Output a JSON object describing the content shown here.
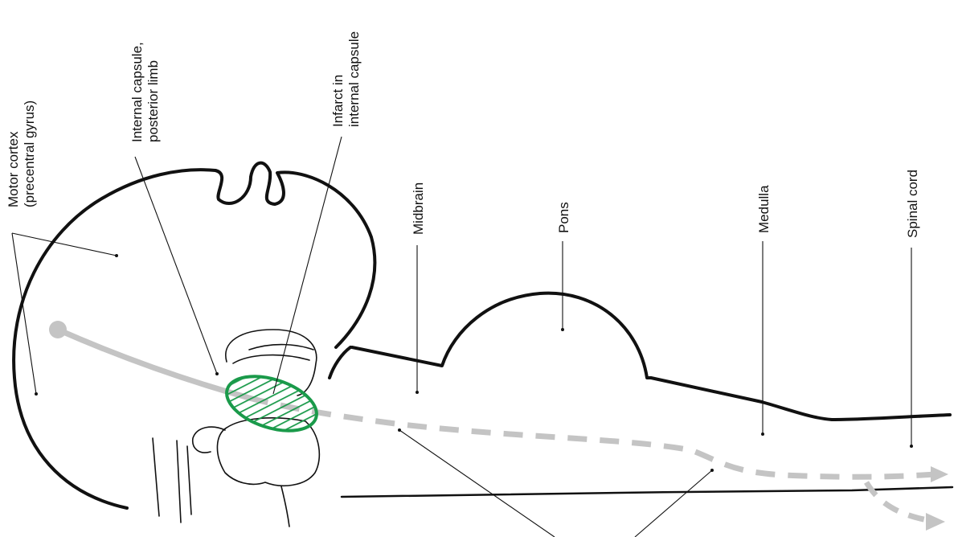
{
  "labels": {
    "motor_cortex_line1": "Motor cortex",
    "motor_cortex_line2": "(precentral gyrus)",
    "internal_capsule_line1": "Internal capsule,",
    "internal_capsule_line2": "posterior limb",
    "infarct_line1": "Infarct in",
    "infarct_line2": "internal capsule",
    "midbrain": "Midbrain",
    "pons": "Pons",
    "medulla": "Medulla",
    "spinal_cord": "Spinal cord"
  },
  "colors": {
    "outline": "#111111",
    "tract": "#c4c4c4",
    "infarct": "#1a9a4a",
    "background": "#ffffff"
  }
}
